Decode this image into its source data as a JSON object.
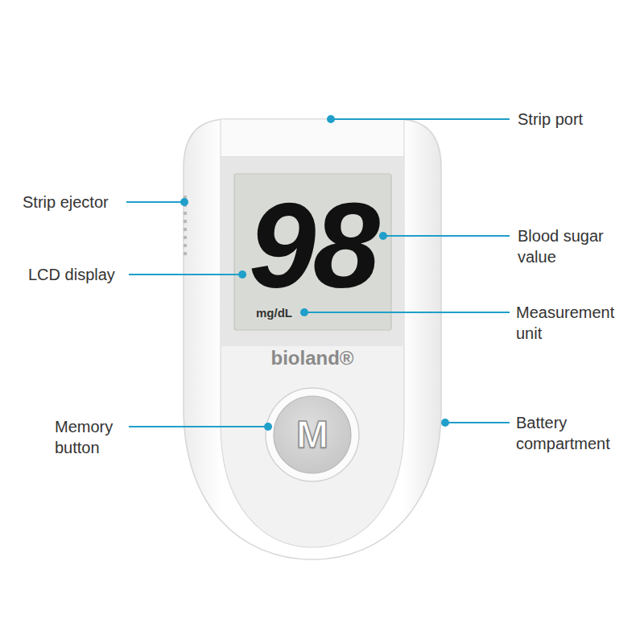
{
  "diagram": {
    "nodes": [
      {
        "text": [
          "bioland®"
        ]
      },
      {
        "text": [
          "98",
          "mg/dL"
        ],
        "in": 0
      },
      {
        "text": [
          "M"
        ],
        "in": 0
      }
    ],
    "labels": [
      "Strip port",
      "Strip ejector",
      "Blood sugar value",
      "LCD display",
      "Measurement unit",
      "Memory button",
      "Battery compartment"
    ]
  }
}
